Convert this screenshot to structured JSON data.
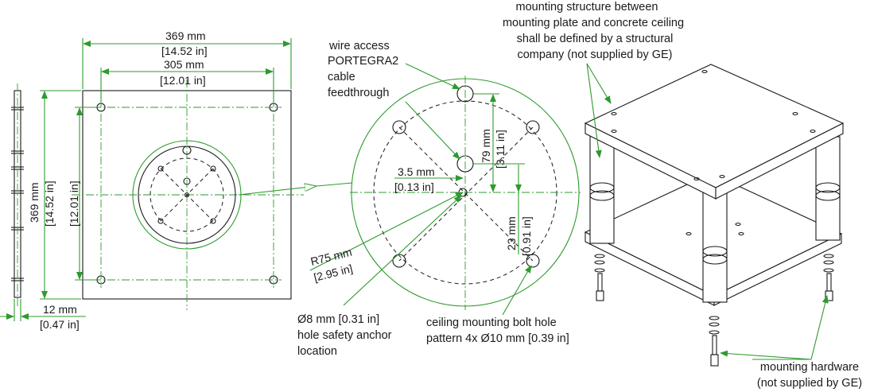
{
  "colors": {
    "dimension_lines": "#2e9a2e",
    "outline": "#1a1a1a",
    "background": "#ffffff"
  },
  "plate_view": {
    "width_mm": "369 mm",
    "width_in": "[14.52 in]",
    "hole_spacing_mm": "305 mm",
    "hole_spacing_in": "[12.01 in]",
    "height_mm": "369 mm",
    "height_in": "[14.52 in]",
    "height_spacing_in": "[12.01 in]",
    "thickness_mm": "12 mm",
    "thickness_in": "[0.47 in]"
  },
  "detail_view": {
    "wire_access_line1": "wire access",
    "wire_access_line2": "PORTEGRA2",
    "wire_access_line3": "cable",
    "wire_access_line4": "feedthrough",
    "offset_79_mm": "79 mm",
    "offset_79_in": "[3.11 in]",
    "offset_3_5_mm": "3.5 mm",
    "offset_3_5_in": "[0.13 in]",
    "offset_23_mm": "23 mm",
    "offset_23_in": "[0.91 in]",
    "radius_mm": "R75 mm",
    "radius_in": "[2.95 in]",
    "anchor_line1": "Ø8 mm [0.31 in]",
    "anchor_line2": "hole safety anchor",
    "anchor_line3": "location",
    "bolt_line1": "ceiling mounting bolt hole",
    "bolt_line2": "pattern 4x Ø10 mm [0.39 in]"
  },
  "iso_view": {
    "structure_line1": "mounting structure between",
    "structure_line2": "mounting plate and concrete ceiling",
    "structure_line3": "shall be defined by a structural",
    "structure_line4": "company (not supplied by GE)",
    "hardware_line1": "mounting hardware",
    "hardware_line2": "(not supplied by GE)"
  }
}
